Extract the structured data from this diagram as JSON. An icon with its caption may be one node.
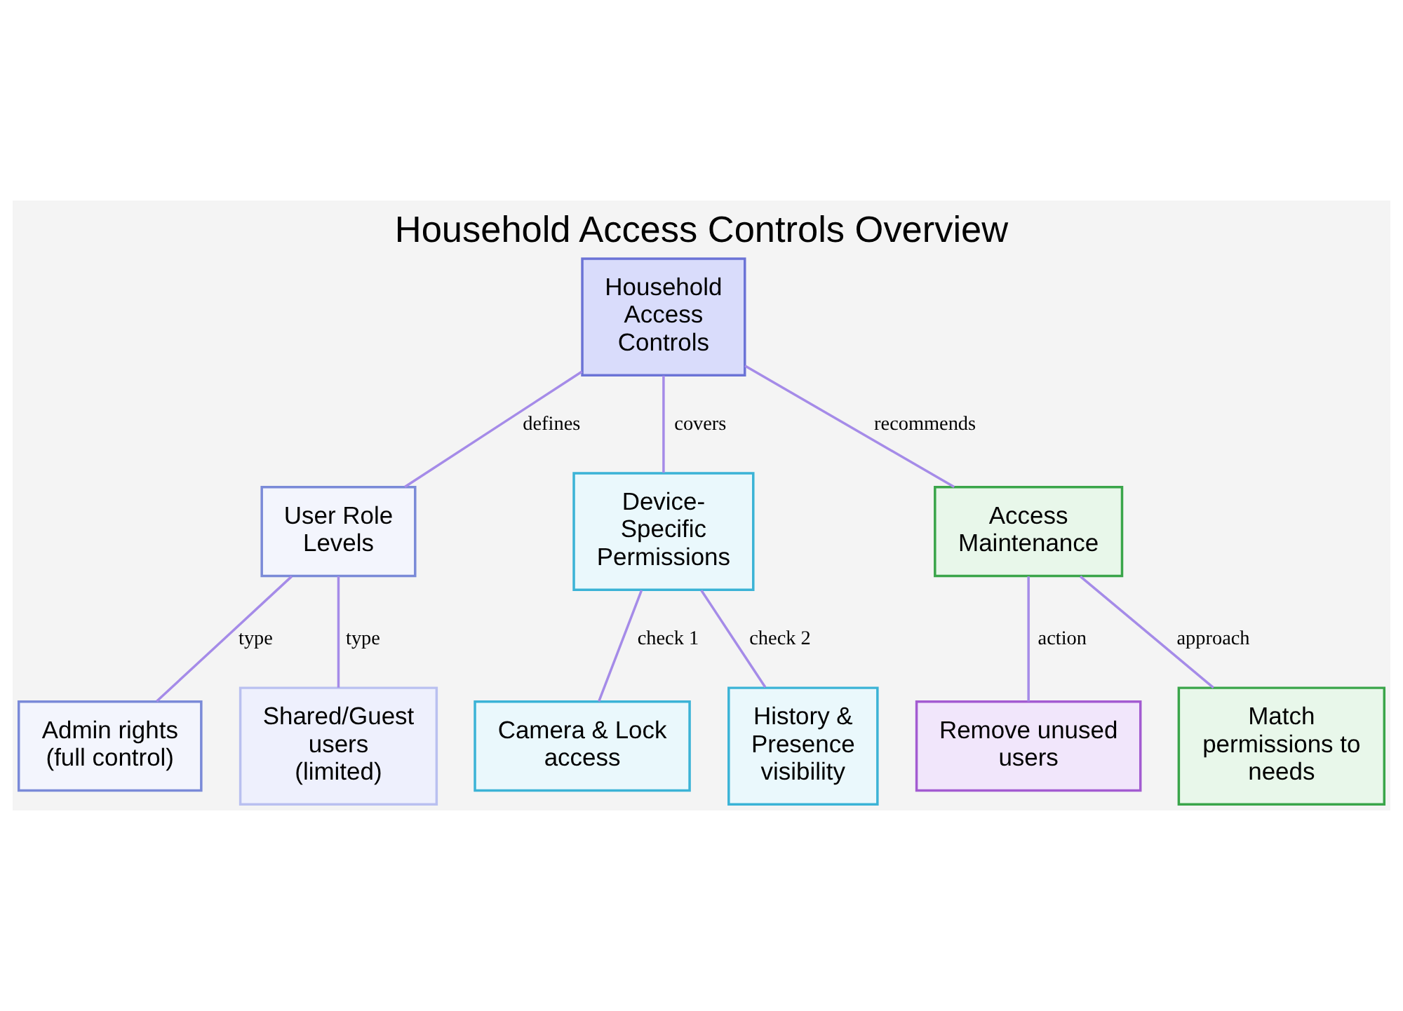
{
  "diagram": {
    "title": "Household Access Controls Overview",
    "nodes": [
      {
        "text": [
          "Household Access Controls"
        ]
      },
      {
        "text": [
          "User Role Levels"
        ]
      },
      {
        "text": [
          "Device-Specific Permissions"
        ]
      },
      {
        "text": [
          "Access Maintenance"
        ]
      },
      {
        "text": [
          "Admin rights (full control)"
        ]
      },
      {
        "text": [
          "Shared/Guest users (limited)"
        ]
      },
      {
        "text": [
          "Camera & Lock access"
        ]
      },
      {
        "text": [
          "History & Presence visibility"
        ]
      },
      {
        "text": [
          "Remove unused users"
        ]
      },
      {
        "text": [
          "Match permissions to needs"
        ]
      }
    ],
    "edges": [
      {
        "from": 0,
        "to": 1,
        "label": "defines",
        "arrow": "none"
      },
      {
        "from": 0,
        "to": 2,
        "label": "covers",
        "arrow": "none"
      },
      {
        "from": 0,
        "to": 3,
        "label": "recommends",
        "arrow": "none"
      },
      {
        "from": 1,
        "to": 4,
        "label": "type",
        "arrow": "none"
      },
      {
        "from": 1,
        "to": 5,
        "label": "type",
        "arrow": "none"
      },
      {
        "from": 2,
        "to": 6,
        "label": "check 1",
        "arrow": "none"
      },
      {
        "from": 2,
        "to": 7,
        "label": "check 2",
        "arrow": "none"
      },
      {
        "from": 3,
        "to": 8,
        "label": "action",
        "arrow": "none"
      },
      {
        "from": 3,
        "to": 9,
        "label": "approach",
        "arrow": "none"
      }
    ]
  }
}
